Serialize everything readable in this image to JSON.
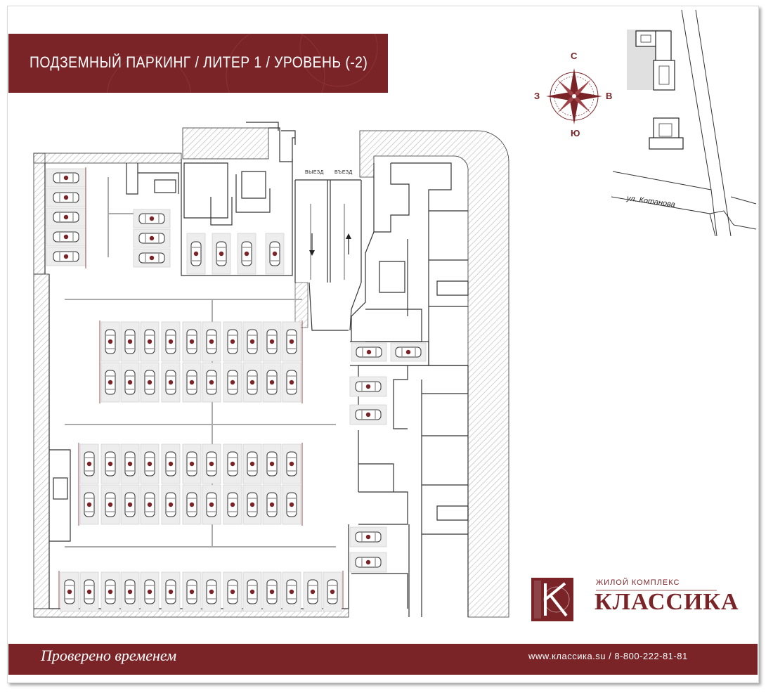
{
  "header": {
    "title": "ПОДЗЕМНЫЙ ПАРКИНГ / ЛИТЕР 1 / УРОВЕНЬ (-2)"
  },
  "compass": {
    "north": "С",
    "south": "Ю",
    "west": "З",
    "east": "В"
  },
  "map": {
    "street": "ул. Котанова"
  },
  "ramps": {
    "exit": "ВЫЕЗД",
    "entry": "ВЪЕЗД"
  },
  "logo": {
    "subtitle": "ЖИЛОЙ КОМПЛЕКС",
    "name": "КЛАССИКА"
  },
  "footer": {
    "slogan": "Проверено временем",
    "contacts": "www.классика.su / 8-800-222-81-81"
  },
  "colors": {
    "brand": "#7a2428",
    "wall": "#333333",
    "hatch": "#bdbdbd",
    "stall": "#ededed"
  }
}
